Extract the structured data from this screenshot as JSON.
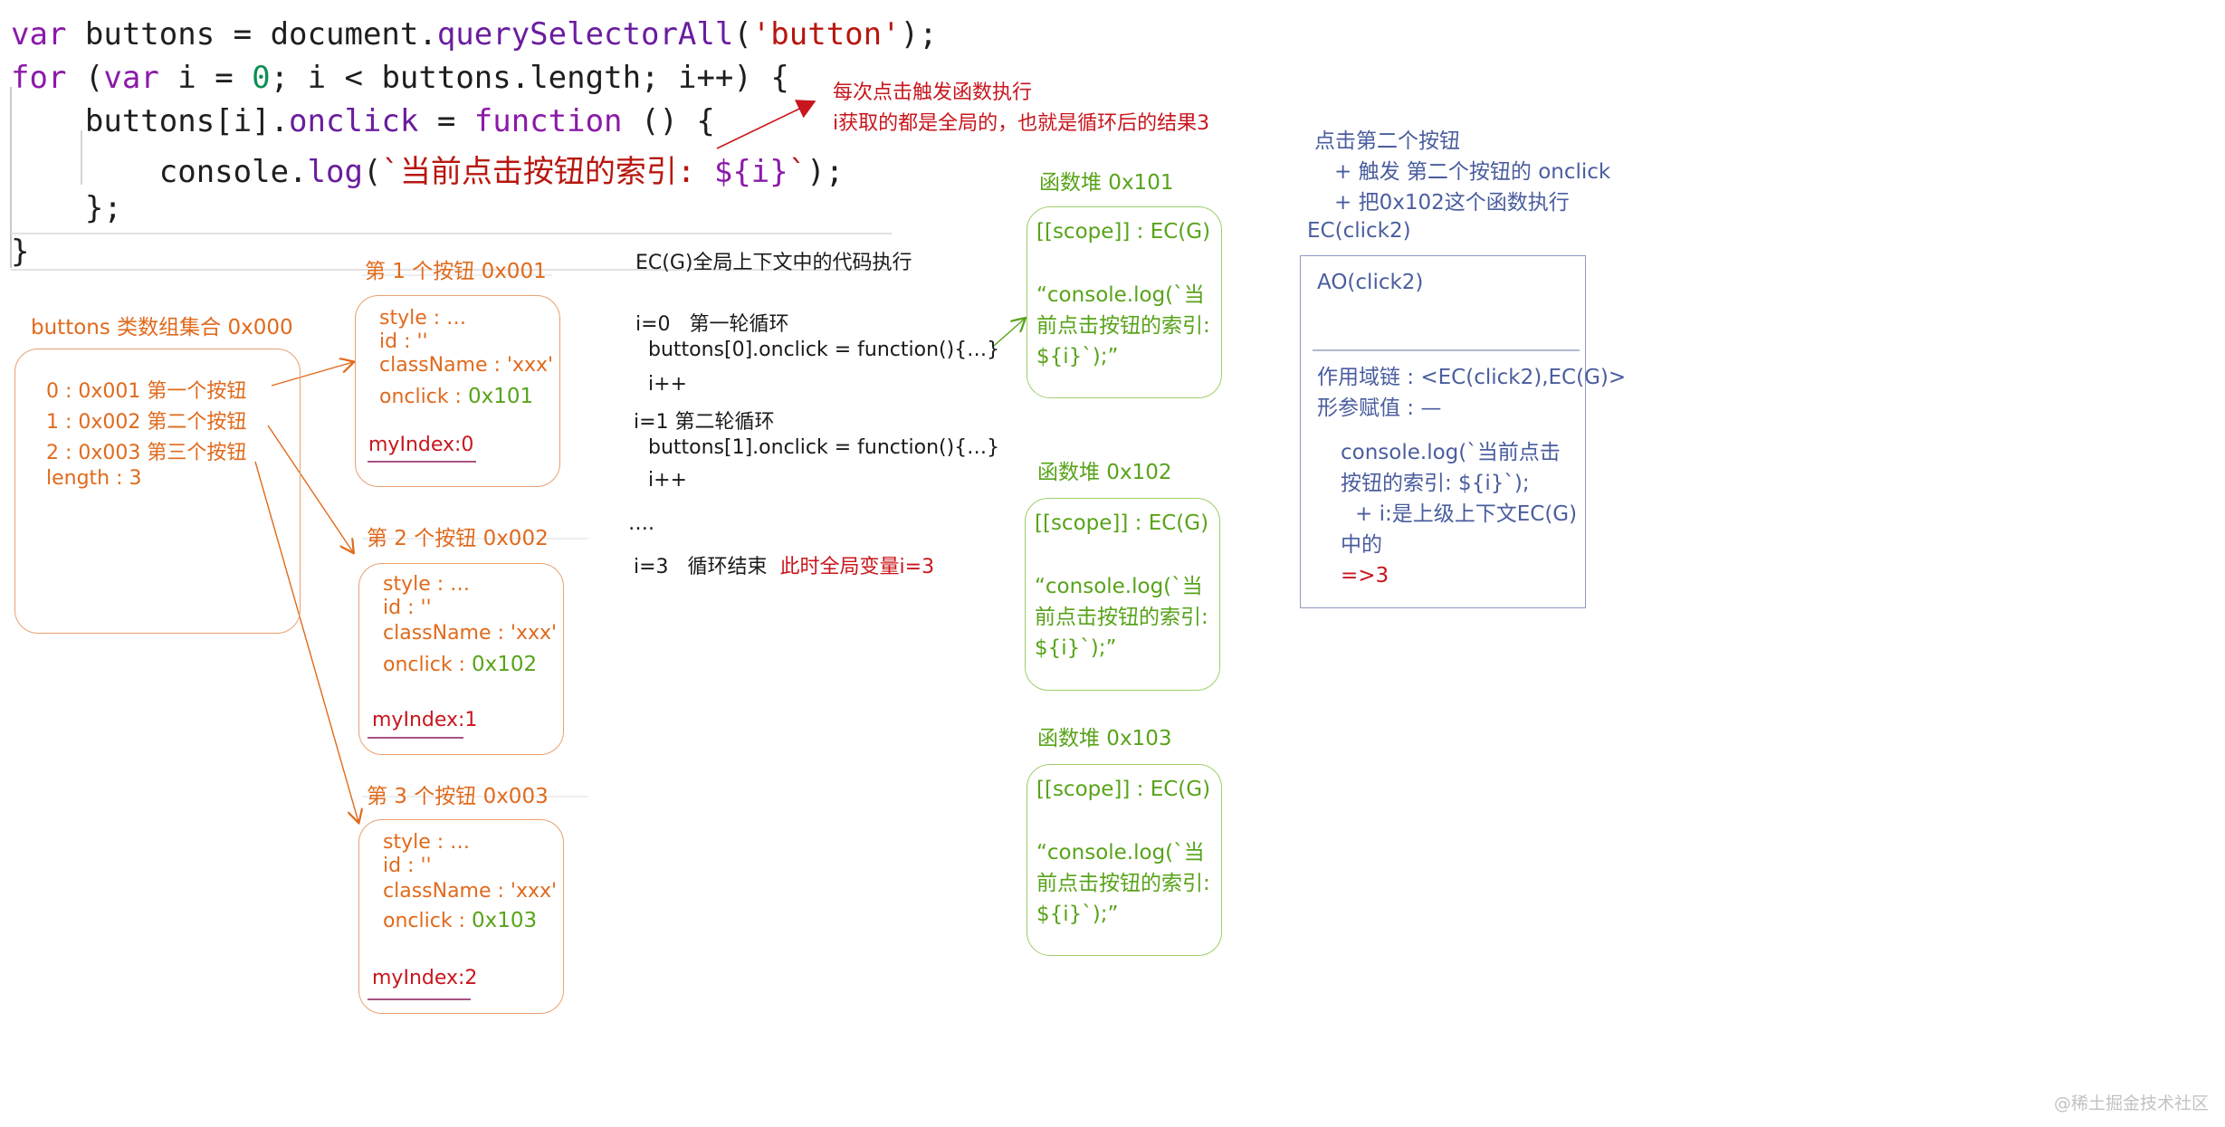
{
  "code": {
    "line1": {
      "a": "var",
      "b": " buttons = document.",
      "c": "querySelectorAll",
      "d": "(",
      "e": "'button'",
      "f": ");"
    },
    "line2": {
      "a": "for",
      "b": " (",
      "c": "var",
      "d": " i = ",
      "e": "0",
      "f": "; i < buttons.length; i++) {"
    },
    "line3": {
      "a": "    buttons[i].",
      "b": "onclick",
      "c": " = ",
      "d": "function",
      "e": " () {"
    },
    "line4": {
      "a": "        console.",
      "b": "log",
      "c": "(",
      "d": "`当前点击按钮的索引: ",
      "e": "${i}",
      "f": "`",
      "g": ");"
    },
    "line5": "    };",
    "line6": "}"
  },
  "annotation": {
    "line1": "每次点击触发函数执行",
    "line2": "i获取的都是全局的，也就是循环后的结果3"
  },
  "buttons_collection": {
    "title": "buttons 类数组集合 0x000",
    "items": [
      "0 : 0x001   第一个按钮",
      "1 : 0x002   第二个按钮",
      "2 : 0x003   第三个按钮",
      "length : 3"
    ]
  },
  "button_objects": [
    {
      "title": "第 1 个按钮 0x001",
      "style": "style : …",
      "id": "id : ''",
      "className": "className : 'xxx'",
      "onclick_label": "onclick : ",
      "onclick_value": "0x101",
      "myIndex": "myIndex:0"
    },
    {
      "title": "第 2 个按钮 0x002",
      "style": "style : …",
      "id": "id : ''",
      "className": "className : 'xxx'",
      "onclick_label": "onclick : ",
      "onclick_value": "0x102",
      "myIndex": "myIndex:1"
    },
    {
      "title": "第 3 个按钮 0x003",
      "style": "style : …",
      "id": "id : ''",
      "className": "className : 'xxx'",
      "onclick_label": "onclick : ",
      "onclick_value": "0x103",
      "myIndex": "myIndex:2"
    }
  ],
  "ecg": {
    "title": "EC(G)全局上下文中的代码执行",
    "lines": [
      "i=0   第一轮循环",
      "  buttons[0].onclick = function(){…}",
      "  i++",
      "i=1 第二轮循环",
      "  buttons[1].onclick = function(){…}",
      "  i++",
      "….",
      "i=3   循环结束"
    ],
    "end_note": "此时全局变量i=3"
  },
  "function_heaps": [
    {
      "title": "函数堆 0x101",
      "scope": "[[scope]] : EC(G)",
      "body": "“console.log(`当前点击按钮的索引: ${i}`);”"
    },
    {
      "title": "函数堆 0x102",
      "scope": "[[scope]] : EC(G)",
      "body": "“console.log(`当前点击按钮的索引: ${i}`);”"
    },
    {
      "title": "函数堆 0x103",
      "scope": "[[scope]] : EC(G)",
      "body": "“console.log(`当前点击按钮的索引: ${i}`);”"
    }
  ],
  "click": {
    "line1": "点击第二个按钮",
    "line2": "+ 触发 第二个按钮的 onclick",
    "line3": "+ 把0x102这个函数执行",
    "ec_title": "EC(click2)",
    "ao": "AO(click2)",
    "scope_chain": "作用域链 : <EC(click2),EC(G)>",
    "params": "形参赋值 : —",
    "body": "console.log(`当前点击按钮的索引: ${i}`);",
    "note": "+ i:是上级上下文EC(G)中的",
    "result": "=>3"
  },
  "watermark": "@稀土掘金技术社区",
  "colors": {
    "orange": "#e06a1c",
    "green": "#58a31a",
    "blue": "#4a5d9e",
    "red": "#c8161d",
    "keyword": "#8b1aa8"
  }
}
